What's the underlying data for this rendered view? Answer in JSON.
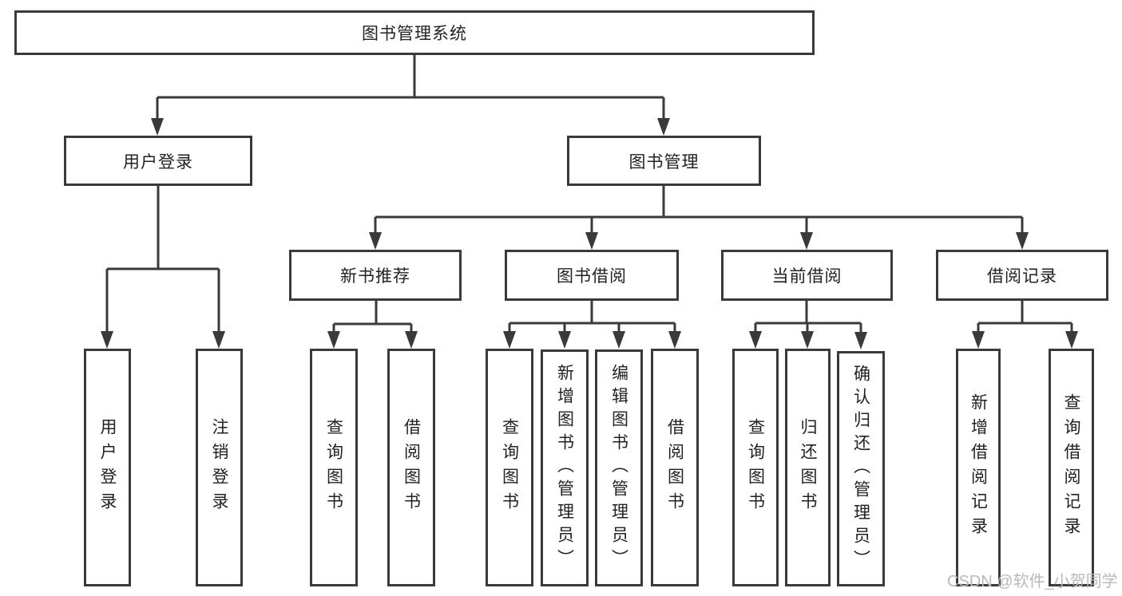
{
  "tree": {
    "root": {
      "label": "图书管理系统"
    },
    "branches": [
      {
        "label": "用户登录",
        "children": [
          {
            "label": "用户登录"
          },
          {
            "label": "注销登录"
          }
        ]
      },
      {
        "label": "图书管理",
        "children": [
          {
            "label": "新书推荐",
            "children": [
              {
                "label": "查询图书"
              },
              {
                "label": "借阅图书"
              }
            ]
          },
          {
            "label": "图书借阅",
            "children": [
              {
                "label": "查询图书"
              },
              {
                "label": "新增图书（管理员）"
              },
              {
                "label": "编辑图书（管理员）"
              },
              {
                "label": "借阅图书"
              }
            ]
          },
          {
            "label": "当前借阅",
            "children": [
              {
                "label": "查询图书"
              },
              {
                "label": "归还图书"
              },
              {
                "label": "确认归还（管理员）"
              }
            ]
          },
          {
            "label": "借阅记录",
            "children": [
              {
                "label": "新增借阅记录"
              },
              {
                "label": "查询借阅记录"
              }
            ]
          }
        ]
      }
    ]
  },
  "watermark": {
    "text": "CSDN @软件_小贺同学"
  },
  "colors": {
    "line": "#3a3a3a",
    "text": "#222222",
    "watermark": "#b9b9bd",
    "background": "#ffffff"
  }
}
